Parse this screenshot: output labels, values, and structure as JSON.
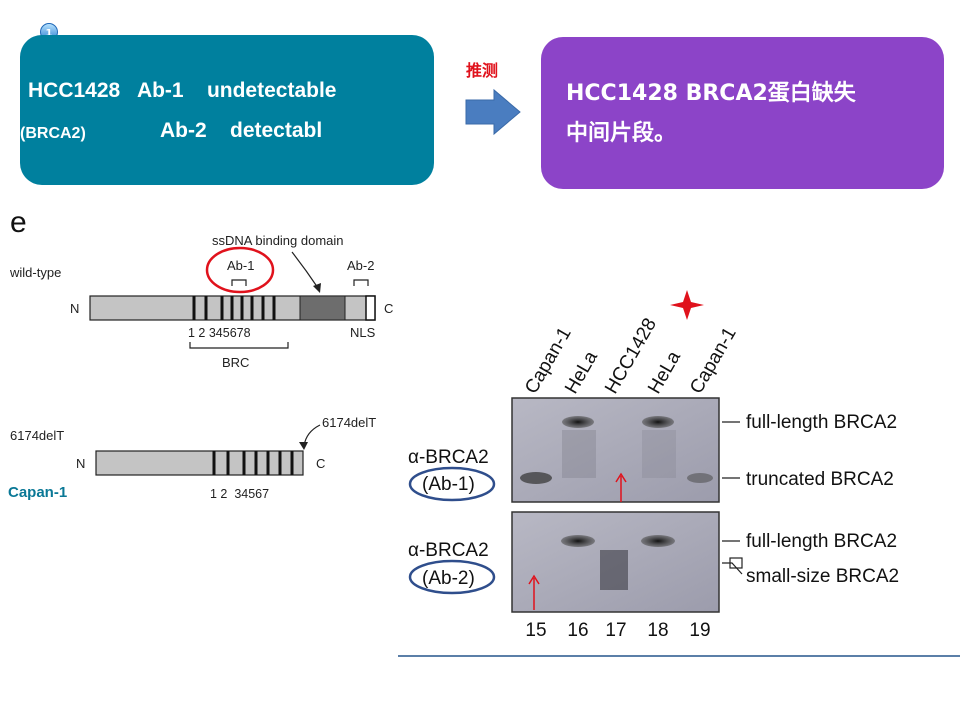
{
  "badge": {
    "number": "1"
  },
  "left_box": {
    "line1": "HCC1428   Ab-1    undetectable",
    "line2_small": "(BRCA2)",
    "line2_main": "Ab-2    detectabl"
  },
  "arrow_label": "推测",
  "right_box": {
    "line1": "HCC1428 BRCA2蛋白缺失",
    "line2": "中间片段。"
  },
  "diagram": {
    "panel_letter": "e",
    "domain_label": "ssDNA binding domain",
    "ab1_label": "Ab-1",
    "ab2_label": "Ab-2",
    "wildtype_label": "wild-type",
    "n_label": "N",
    "c_label": "C",
    "brc_numbers": "1 2 345678",
    "brc_label": "BRC",
    "nls_label": "NLS",
    "mutant_label_left": "6174delT",
    "mutant_label_right": "6174delT",
    "mutant_numbers": "1 2  34567",
    "capan_label": "Capan-1"
  },
  "blot": {
    "lanes": [
      "Capan-1",
      "HeLa",
      "HCC1428",
      "HeLa",
      "Capan-1"
    ],
    "lane_numbers": [
      "15",
      "16",
      "17",
      "18",
      "19"
    ],
    "ab1_label": "α-BRCA2",
    "ab1_sub": "(Ab-1)",
    "ab2_label": "α-BRCA2",
    "ab2_sub": "(Ab-2)",
    "bands_top": [
      "full-length BRCA2",
      "truncated BRCA2"
    ],
    "bands_bottom": [
      "full-length BRCA2",
      "small-size BRCA2"
    ]
  },
  "colors": {
    "left_box": "#00809e",
    "right_box": "#8c44c8",
    "arrow": "#4a7dc0",
    "accent_red": "#e0121c",
    "circle_blue": "#2f4e8c"
  }
}
